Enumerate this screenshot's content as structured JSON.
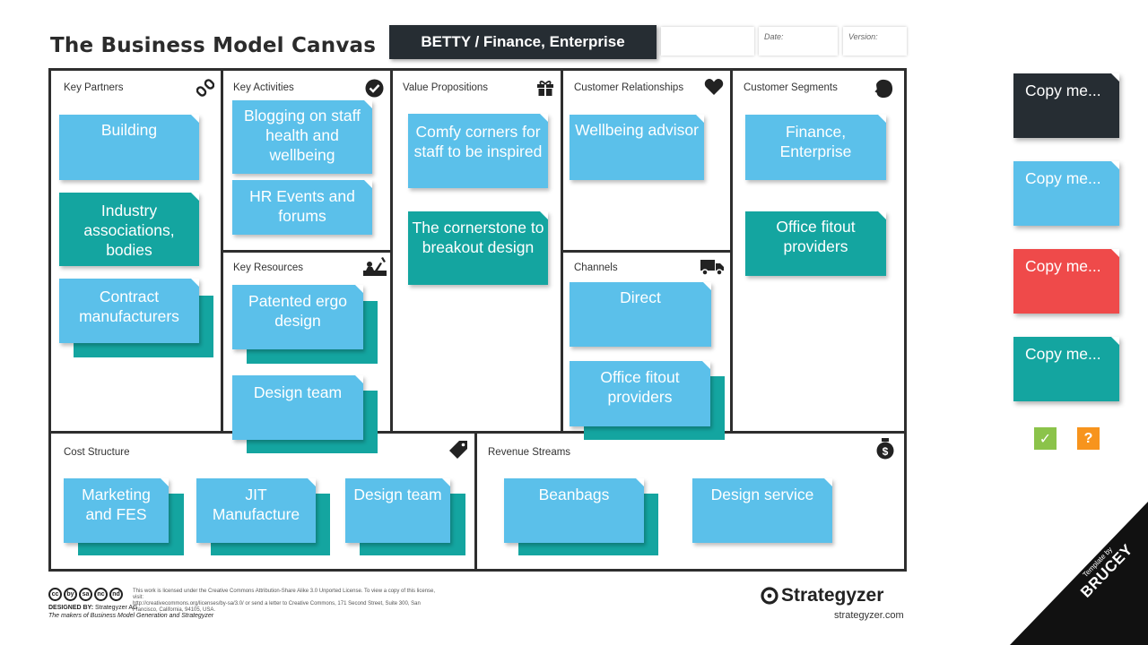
{
  "header": {
    "title": "The Business Model Canvas",
    "company": "BETTY  /  Finance, Enterprise",
    "date_label": "Date:",
    "version_label": "Version:"
  },
  "sections": {
    "key_partners": "Key Partners",
    "key_activities": "Key Activities",
    "key_resources": "Key Resources",
    "value_propositions": "Value Propositions",
    "customer_relationships": "Customer Relationships",
    "channels": "Channels",
    "customer_segments": "Customer Segments",
    "cost_structure": "Cost Structure",
    "revenue_streams": "Revenue Streams"
  },
  "notes": {
    "building": "Building",
    "industry": "Industry associations, bodies",
    "contract": "Contract manufacturers",
    "blogging": "Blogging on staff health and wellbeing",
    "hr_events": "HR Events and forums",
    "patented": "Patented ergo design",
    "design_team": "Design team",
    "comfy": "Comfy corners for staff to be inspired",
    "cornerstone": "The cornerstone to breakout design",
    "wellbeing": "Wellbeing advisor",
    "direct": "Direct",
    "office_fitout_ch": "Office fitout providers",
    "finance": "Finance, Enterprise",
    "office_fitout_cs": "Office fitout providers",
    "marketing": "Marketing and FES",
    "jit": "JIT Manufacture",
    "design_team_cost": "Design team",
    "beanbags": "Beanbags",
    "design_service": "Design service"
  },
  "side_panel": {
    "copy_labels": [
      "Copy me...",
      "Copy me...",
      "Copy me...",
      "Copy me..."
    ],
    "check_symbol": "✓",
    "question_symbol": "?"
  },
  "footer": {
    "cc_icons": [
      "cc",
      "by",
      "sa",
      "nc",
      "nd"
    ],
    "license": "This work is licensed under the Creative Commons Attribution-Share Alike 3.0 Unported License. To view a copy of this license, visit:",
    "license2": "http://creativecommons.org/licenses/by-sa/3.0/ or send a letter to Creative Commons, 171 Second Street, Suite 300, San Francisco, California, 94105, USA.",
    "designed_by_label": "DESIGNED BY:",
    "designed_by": "Strategyzer AG",
    "makers": "The makers of Business Model Generation and Strategyzer",
    "brand": "Strategyzer",
    "brand_url": "strategyzer.com",
    "ribbon_small": "Template by",
    "ribbon_big": "BRUCEY"
  },
  "colors": {
    "blue": "#5bc0ea",
    "teal": "#14a5a0",
    "dark": "#262d33",
    "red": "#ef4a4a",
    "check": "#8bc34a",
    "question": "#f7941d"
  }
}
